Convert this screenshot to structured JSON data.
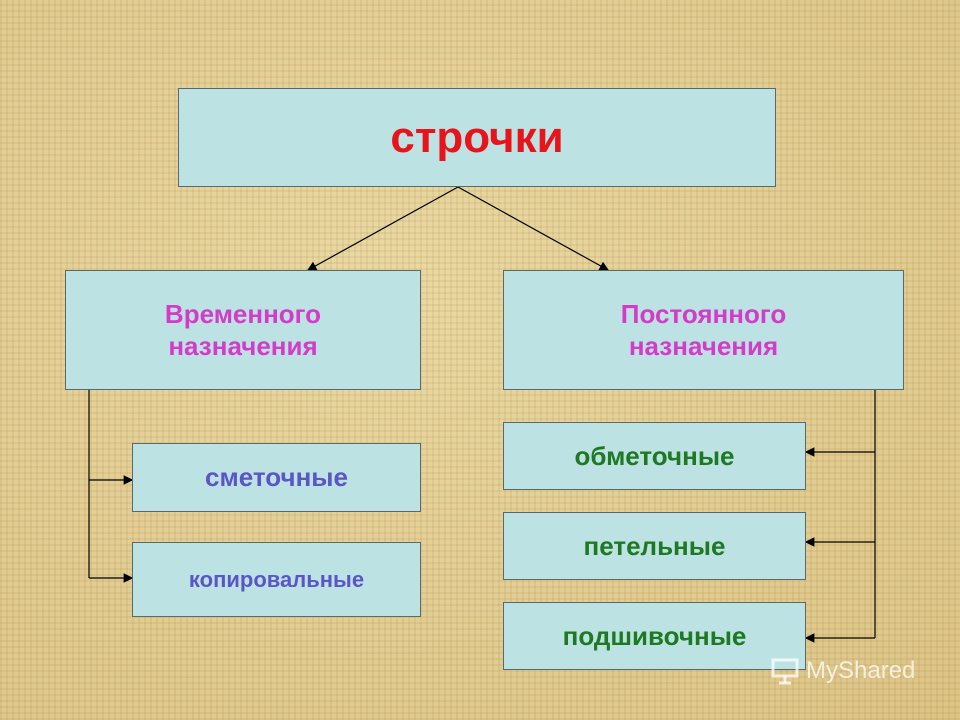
{
  "diagram": {
    "root": "строчки",
    "categories": [
      {
        "label": "Временного назначения",
        "items": [
          "сметочные",
          "копировальные"
        ]
      },
      {
        "label": "Постоянного назначения",
        "items": [
          "обметочные",
          "петельные",
          "подшивочные"
        ]
      }
    ]
  },
  "watermark": "MyShared",
  "colors": {
    "root_text": "#e8141c",
    "category_text": "#d43bc8",
    "temp_item_text": "#5a56c6",
    "perm_item_text": "#1d7a22",
    "box_fill": "#bde2e4"
  }
}
